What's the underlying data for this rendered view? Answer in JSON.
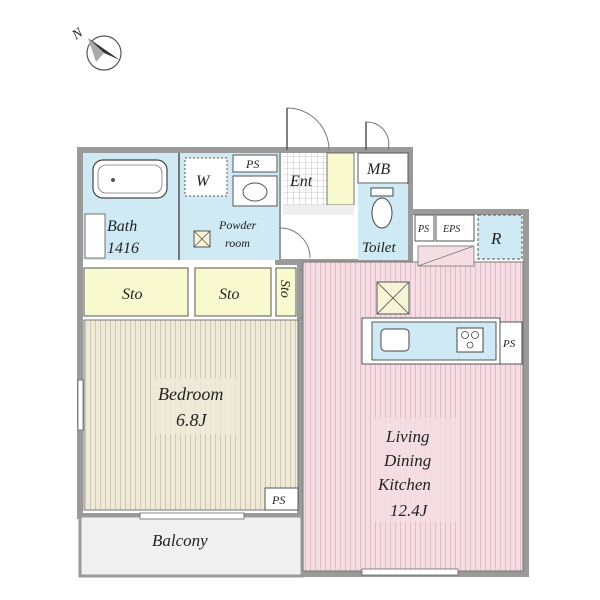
{
  "compass": {
    "letter": "N"
  },
  "rooms": {
    "bath": {
      "name": "Bath",
      "size": "1416"
    },
    "washer": {
      "label": "W"
    },
    "powder_room": {
      "line1": "Powder",
      "line2": "room"
    },
    "ps_top": {
      "label": "PS"
    },
    "entrance": {
      "label": "Ent"
    },
    "mb": {
      "label": "MB"
    },
    "toilet": {
      "label": "Toilet"
    },
    "ps_right": {
      "label": "PS"
    },
    "eps": {
      "label": "EPS"
    },
    "refrigerator": {
      "label": "R"
    },
    "storage_1": {
      "label": "Sto"
    },
    "storage_2": {
      "label": "Sto"
    },
    "storage_3": {
      "label": "Sto"
    },
    "ps_kitchen": {
      "label": "PS"
    },
    "bedroom": {
      "name": "Bedroom",
      "size": "6.8J"
    },
    "ldk": {
      "line1": "Living",
      "line2": "Dining",
      "line3": "Kitchen",
      "size": "12.4J"
    },
    "ps_bedroom": {
      "label": "PS"
    },
    "balcony": {
      "label": "Balcony"
    }
  },
  "colors": {
    "wall": "#9a9a9a",
    "wet_area": "#cfeaf5",
    "storage": "#fafad0",
    "bedroom_floor": "#efe9d8",
    "ldk_floor": "#f5dde4",
    "balcony": "#f0f0f0"
  }
}
